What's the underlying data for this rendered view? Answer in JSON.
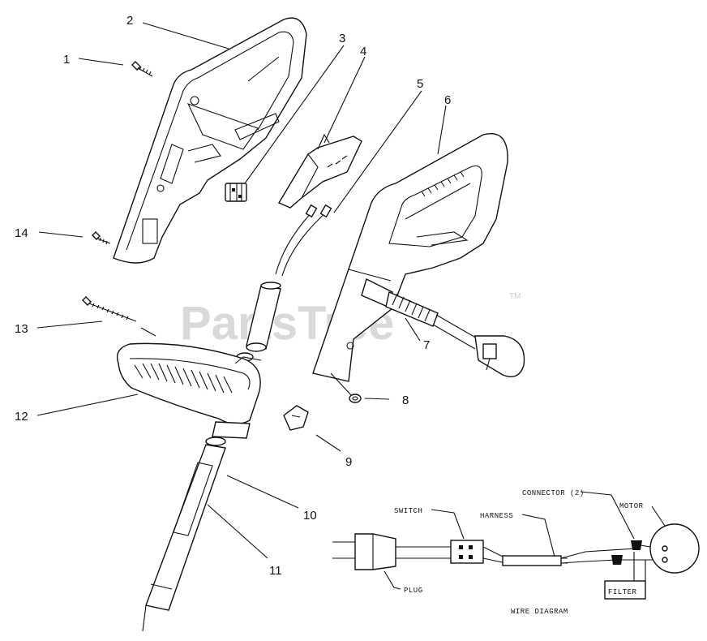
{
  "watermark": {
    "text": "PartsTree",
    "trademark": "TM"
  },
  "callouts": [
    "1",
    "2",
    "3",
    "4",
    "5",
    "6",
    "7",
    "8",
    "9",
    "10",
    "11",
    "12",
    "13",
    "14"
  ],
  "wire_diagram": {
    "title": "WIRE DIAGRAM",
    "labels": {
      "switch": "SWITCH",
      "harness": "HARNESS",
      "connector": "CONNECTOR (2)",
      "motor": "MOTOR",
      "plug": "PLUG",
      "filter": "FILTER"
    }
  }
}
